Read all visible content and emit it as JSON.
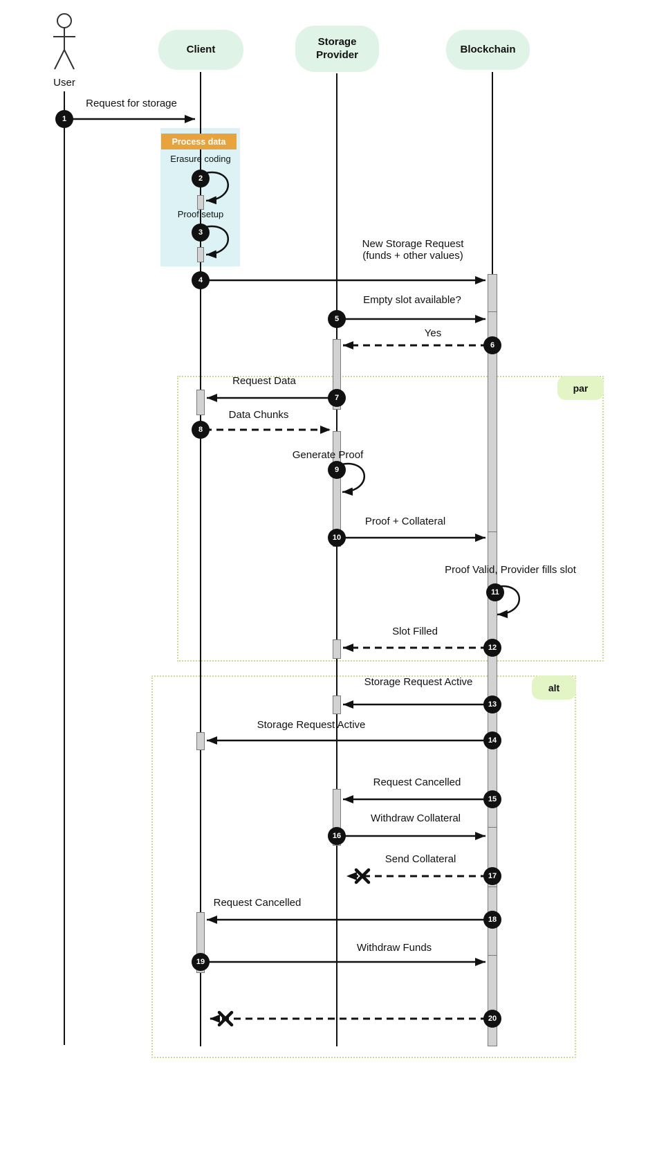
{
  "diagram": {
    "participants": [
      {
        "name": "User",
        "kind": "actor"
      },
      {
        "name": "Client",
        "kind": "participant"
      },
      {
        "name": "Storage Provider",
        "kind": "participant"
      },
      {
        "name": "Blockchain",
        "kind": "participant"
      }
    ],
    "process_box": {
      "label": "Process data"
    },
    "frames": [
      {
        "label": "par"
      },
      {
        "label": "alt"
      }
    ],
    "messages": [
      {
        "seq": "1",
        "from": "User",
        "to": "Client",
        "label": "Request for storage",
        "style": "solid"
      },
      {
        "seq": "2",
        "from": "Client",
        "to": "Client",
        "label": "Erasure coding",
        "style": "self"
      },
      {
        "seq": "3",
        "from": "Client",
        "to": "Client",
        "label": "Proof setup",
        "style": "self"
      },
      {
        "seq": "4",
        "from": "Client",
        "to": "Blockchain",
        "label": "New Storage Request\n(funds + other values)",
        "style": "solid"
      },
      {
        "seq": "5",
        "from": "Storage Provider",
        "to": "Blockchain",
        "label": "Empty slot available?",
        "style": "solid"
      },
      {
        "seq": "6",
        "from": "Blockchain",
        "to": "Storage Provider",
        "label": "Yes",
        "style": "dashed"
      },
      {
        "seq": "7",
        "from": "Storage Provider",
        "to": "Client",
        "label": "Request Data",
        "style": "solid"
      },
      {
        "seq": "8",
        "from": "Client",
        "to": "Storage Provider",
        "label": "Data Chunks",
        "style": "dashed"
      },
      {
        "seq": "9",
        "from": "Storage Provider",
        "to": "Storage Provider",
        "label": "Generate Proof",
        "style": "self"
      },
      {
        "seq": "10",
        "from": "Storage Provider",
        "to": "Blockchain",
        "label": "Proof + Collateral",
        "style": "solid"
      },
      {
        "seq": "11",
        "from": "Blockchain",
        "to": "Blockchain",
        "label": "Proof Valid, Provider fills slot",
        "style": "self"
      },
      {
        "seq": "12",
        "from": "Blockchain",
        "to": "Storage Provider",
        "label": "Slot Filled",
        "style": "dashed"
      },
      {
        "seq": "13",
        "from": "Blockchain",
        "to": "Storage Provider",
        "label": "Storage Request Active",
        "style": "solid"
      },
      {
        "seq": "14",
        "from": "Blockchain",
        "to": "Client",
        "label": "Storage Request Active",
        "style": "solid"
      },
      {
        "seq": "15",
        "from": "Blockchain",
        "to": "Storage Provider",
        "label": "Request Cancelled",
        "style": "solid"
      },
      {
        "seq": "16",
        "from": "Storage Provider",
        "to": "Blockchain",
        "label": "Withdraw Collateral",
        "style": "solid"
      },
      {
        "seq": "17",
        "from": "Blockchain",
        "to": "Storage Provider",
        "label": "Send Collateral",
        "style": "dashed-lost"
      },
      {
        "seq": "18",
        "from": "Blockchain",
        "to": "Client",
        "label": "Request Cancelled",
        "style": "solid"
      },
      {
        "seq": "19",
        "from": "Client",
        "to": "Blockchain",
        "label": "Withdraw Funds",
        "style": "solid"
      },
      {
        "seq": "20",
        "from": "Blockchain",
        "to": "Client",
        "label": "",
        "style": "dashed-lost"
      }
    ]
  },
  "colors": {
    "participant_bg": "#dff4e6",
    "frame_pill_bg": "#e3f5c4",
    "frame_border": "#c9df8d",
    "process_bg": "#dcf2f5",
    "process_label_bg": "#e8a33c",
    "activation_fill": "#d2d2d2",
    "activation_border": "#7a7a7a",
    "badge_bg": "#111111",
    "badge_text": "#ffffff",
    "line_color": "#111111"
  }
}
